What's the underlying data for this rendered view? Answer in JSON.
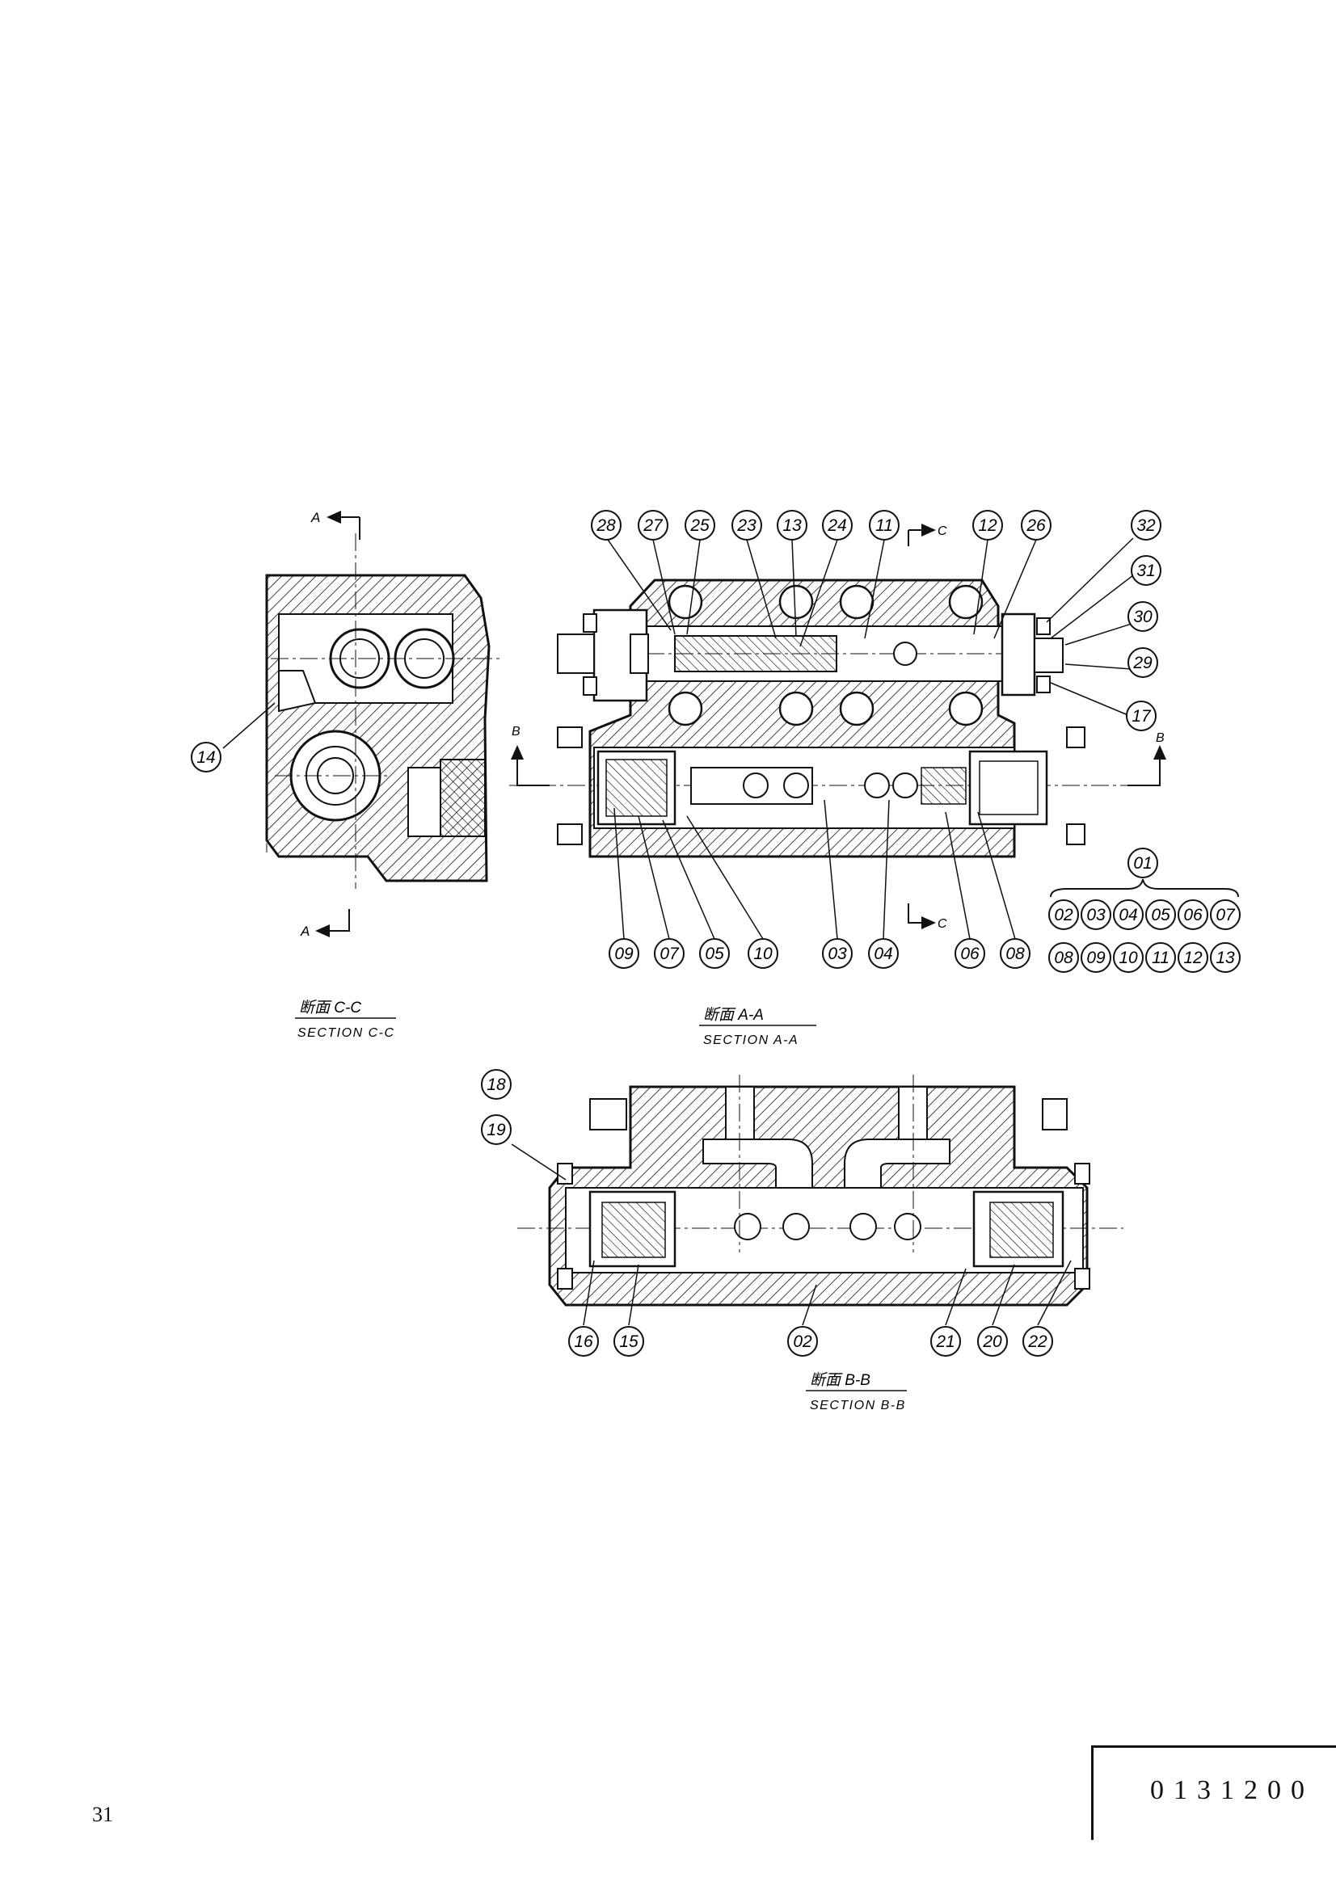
{
  "sections": {
    "c": {
      "jp": "断面 C-C",
      "en": "SECTION C-C"
    },
    "a": {
      "jp": "断面 A-A",
      "en": "SECTION A-A"
    },
    "b": {
      "jp": "断面 B-B",
      "en": "SECTION B-B"
    }
  },
  "cut_marks": {
    "a": "A",
    "b": "B",
    "c": "C"
  },
  "balloons": {
    "c_view": [
      "14"
    ],
    "a_view_top": [
      "28",
      "27",
      "25",
      "23",
      "13",
      "24",
      "11",
      "12",
      "26",
      "32",
      "31",
      "30",
      "29",
      "17"
    ],
    "a_view_bottom": [
      "09",
      "07",
      "05",
      "10",
      "03",
      "04",
      "06",
      "08"
    ],
    "assembly_parent": "01",
    "assembly_row1": [
      "02",
      "03",
      "04",
      "05",
      "06",
      "07"
    ],
    "assembly_row2": [
      "08",
      "09",
      "10",
      "11",
      "12",
      "13"
    ],
    "b_view_top": [
      "18",
      "19"
    ],
    "b_view_bottom": [
      "16",
      "15",
      "02",
      "21",
      "20",
      "22"
    ]
  },
  "page_number": "31",
  "drawing_number": "0131200"
}
